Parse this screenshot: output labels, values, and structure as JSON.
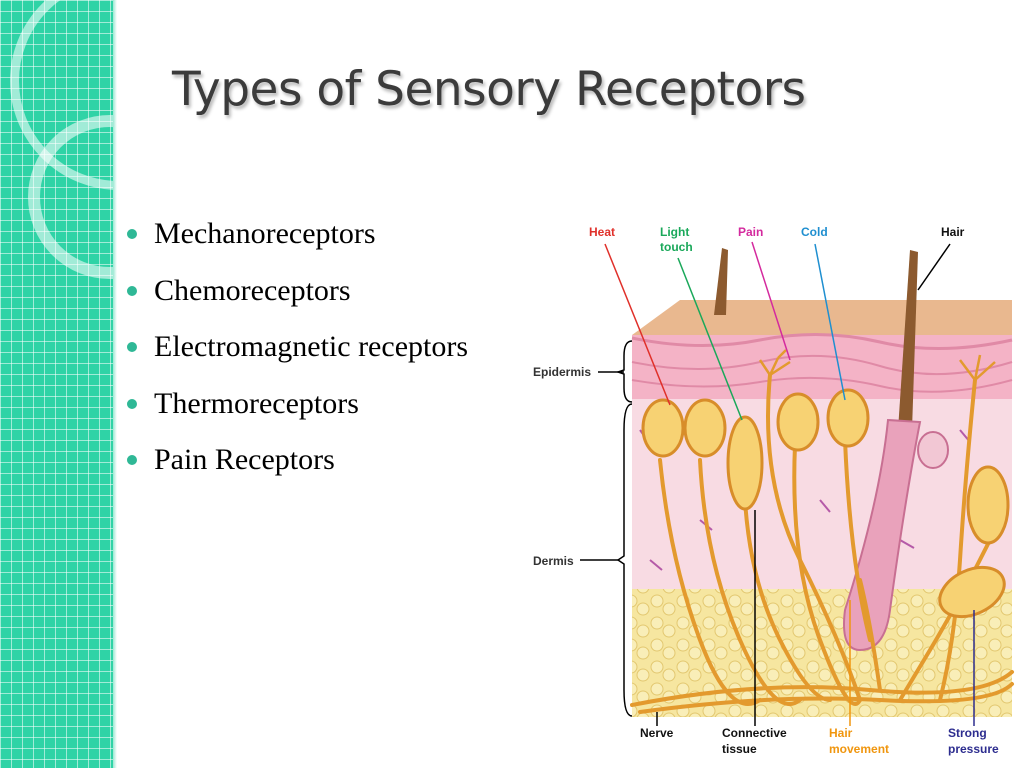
{
  "slide": {
    "title": "Types of Sensory Receptors",
    "bullets": [
      "Mechanoreceptors",
      "Chemoreceptors",
      "Electromagnetic receptors",
      "Thermoreceptors",
      "Pain Receptors"
    ]
  },
  "diagram": {
    "top_labels": {
      "heat": "Heat",
      "light_touch_1": "Light",
      "light_touch_2": "touch",
      "pain": "Pain",
      "cold": "Cold",
      "hair": "Hair"
    },
    "side_labels": {
      "epidermis": "Epidermis",
      "dermis": "Dermis"
    },
    "bottom_labels": {
      "nerve": "Nerve",
      "connective_1": "Connective",
      "connective_2": "tissue",
      "hair_movement_1": "Hair",
      "hair_movement_2": "movement",
      "strong_pressure_1": "Strong",
      "strong_pressure_2": "pressure"
    },
    "colors": {
      "heat": "#e0302a",
      "light_touch": "#1aa85a",
      "pain": "#d42a9e",
      "cold": "#1f8fd0",
      "hair_movement": "#f0960f",
      "strong_pressure": "#2d2d8f",
      "accent": "#2fd3a6"
    }
  }
}
